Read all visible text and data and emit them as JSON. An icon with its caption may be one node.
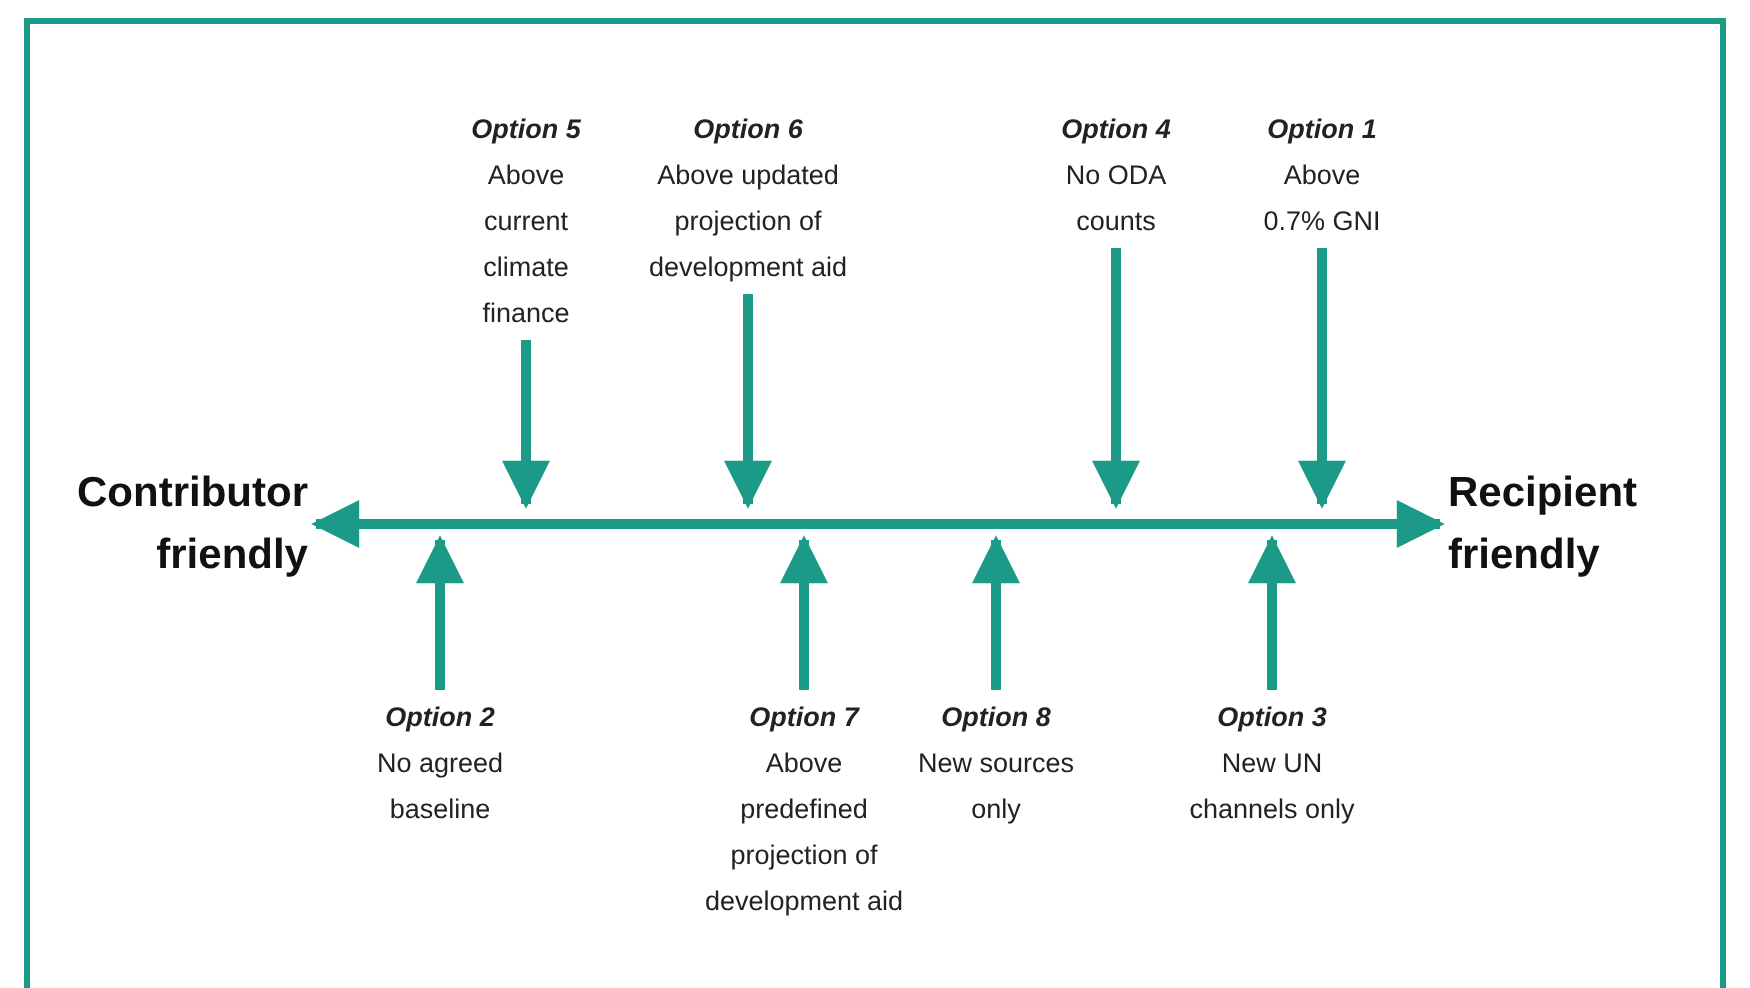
{
  "diagram": {
    "nodes": [
      {
        "text": [
          "Option 5",
          "Above current climate finance"
        ]
      },
      {
        "text": [
          "Option 6",
          "Above updated projection of development aid"
        ]
      },
      {
        "text": [
          "Option 4",
          "No ODA counts"
        ]
      },
      {
        "text": [
          "Option 1",
          "Above 0.7% GNI"
        ]
      },
      {
        "text": [
          "Contributor friendly"
        ]
      },
      {
        "text": [
          "Recipient friendly"
        ]
      },
      {
        "text": [
          "Option 2",
          "No agreed baseline"
        ]
      },
      {
        "text": [
          "Option 7",
          "Above predefined projection of development aid"
        ]
      },
      {
        "text": [
          "Option 8",
          "New sources only"
        ]
      },
      {
        "text": [
          "Option 3",
          "New UN channels only"
        ]
      }
    ],
    "edges": [
      {
        "from": 4,
        "to": 5,
        "arrow": "both"
      },
      {
        "from": 0,
        "to": null,
        "arrow": "to"
      },
      {
        "from": 1,
        "to": null,
        "arrow": "to"
      },
      {
        "from": 2,
        "to": null,
        "arrow": "to"
      },
      {
        "from": 3,
        "to": null,
        "arrow": "to"
      },
      {
        "from": 6,
        "to": null,
        "arrow": "to"
      },
      {
        "from": 7,
        "to": null,
        "arrow": "to"
      },
      {
        "from": 8,
        "to": null,
        "arrow": "to"
      },
      {
        "from": 9,
        "to": null,
        "arrow": "to"
      }
    ]
  }
}
